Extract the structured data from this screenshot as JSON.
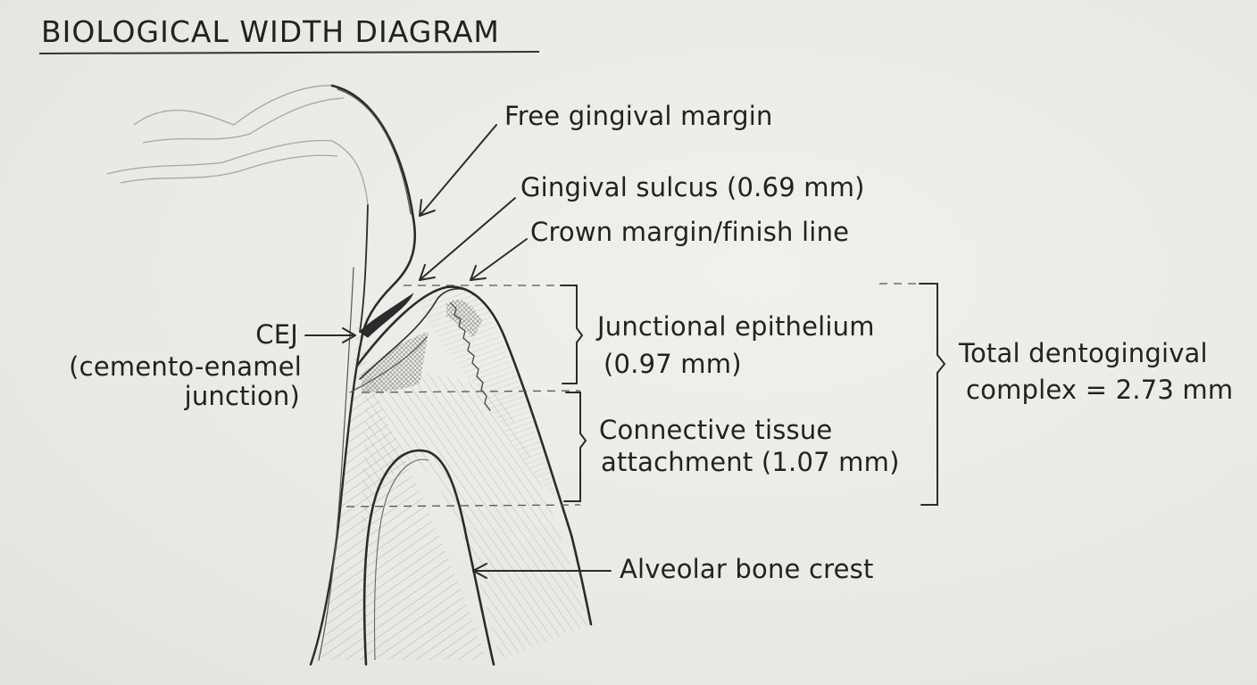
{
  "title": "BIOLOGICAL WIDTH DIAGRAM",
  "labels": {
    "free_gingival_margin": "Free gingival margin",
    "gingival_sulcus": "Gingival sulcus (0.69 mm)",
    "crown_margin": "Crown margin/finish line",
    "junctional_epithelium": "Junctional epithelium",
    "junctional_epithelium_value": "(0.97 mm)",
    "connective_tissue_1": "Connective tissue",
    "connective_tissue_2": "attachment (1.07 mm)",
    "total_1": "Total dentogingival",
    "total_2": "complex = 2.73 mm",
    "cej_1": "CEJ",
    "cej_2": "(cemento-enamel",
    "cej_3": "junction)",
    "alveolar_bone_crest": "Alveolar bone crest"
  },
  "measurements_mm": {
    "gingival_sulcus": 0.69,
    "junctional_epithelium": 0.97,
    "connective_tissue_attachment": 1.07,
    "total_dentogingival_complex": 2.73
  },
  "colors": {
    "paper": "#ecebe7",
    "ink": "#232323",
    "pencil_light": "#8a8a88",
    "pencil_dark": "#2e2e2e"
  }
}
